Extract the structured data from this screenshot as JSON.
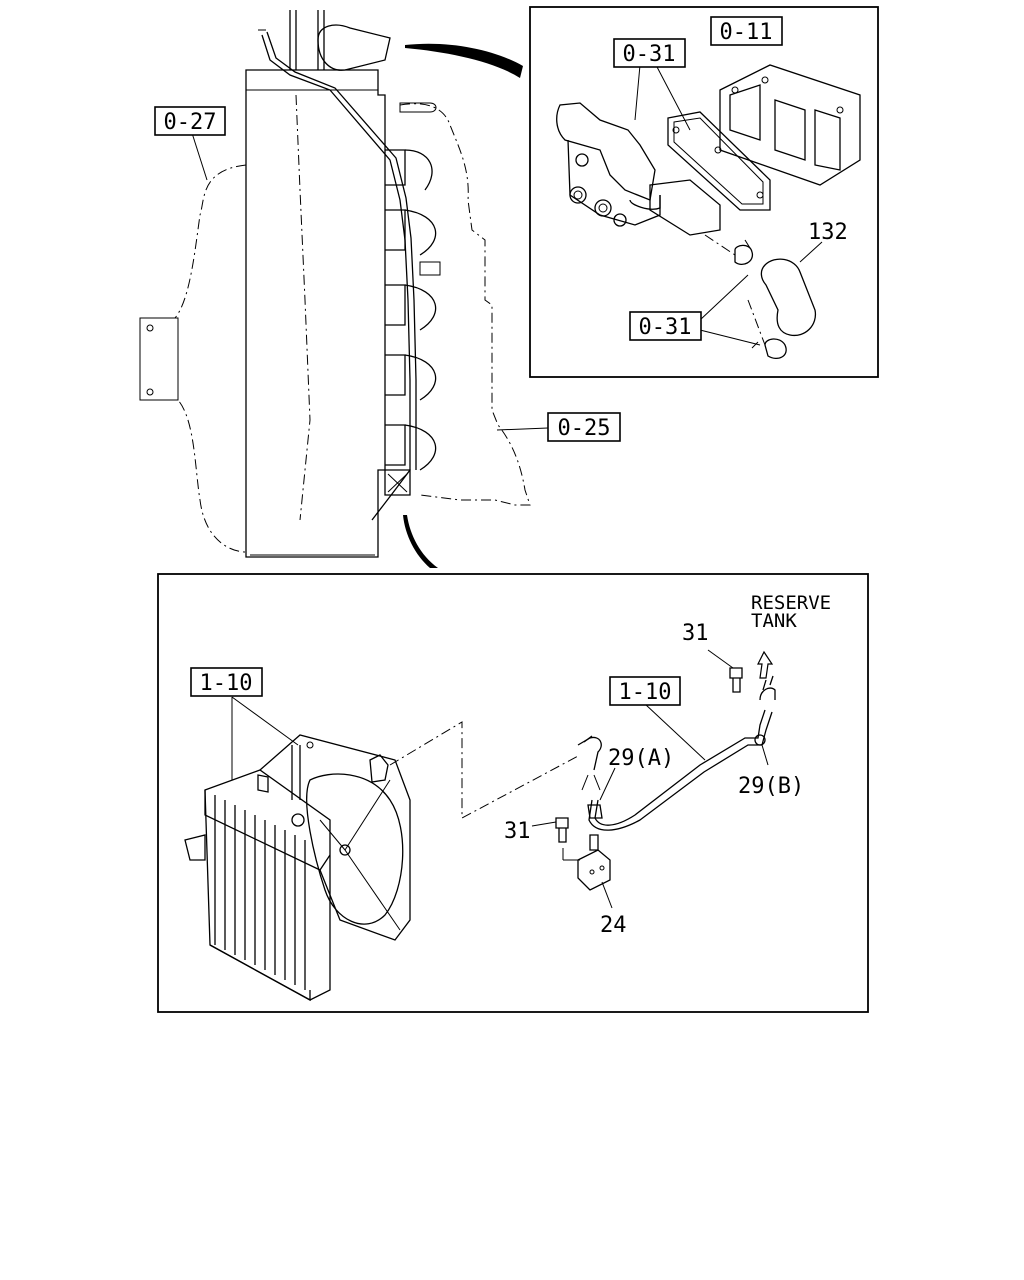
{
  "labels": {
    "ref_0_27": "0-27",
    "ref_0_25": "0-25",
    "ref_0_11": "0-11",
    "ref_0_31_top": "0-31",
    "ref_0_31_bottom": "0-31",
    "part_132": "132",
    "ref_1_10_left": "1-10",
    "ref_1_10_right": "1-10",
    "reserve_line1": "RESERVE",
    "reserve_line2": "TANK",
    "part_31_top": "31",
    "part_31_left": "31",
    "part_29a": "29(A)",
    "part_29b": "29(B)",
    "part_24": "24"
  }
}
